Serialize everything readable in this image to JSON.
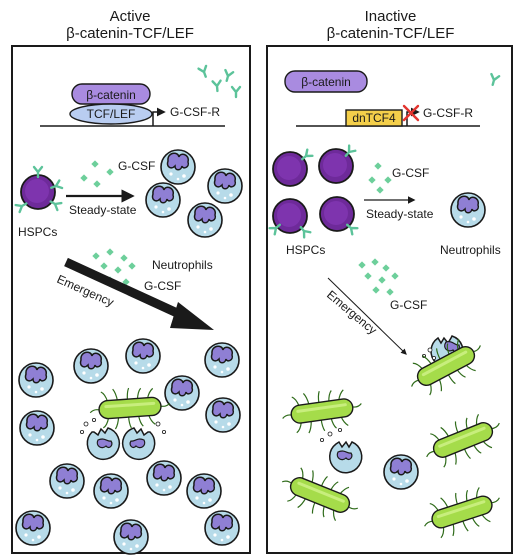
{
  "left_panel": {
    "title_line1": "Active",
    "title_line2": "β-catenin-TCF/LEF",
    "beta_catenin": "β-catenin",
    "tcf_lef": "TCF/LEF",
    "gene": "G-CSF-R",
    "gcsf_top": "G-CSF",
    "steady_state": "Steady-state",
    "hspcs": "HSPCs",
    "neutrophils": "Neutrophils",
    "gcsf_bottom": "G-CSF",
    "emergency": "Emergency"
  },
  "right_panel": {
    "title_line1": "Inactive",
    "title_line2": "β-catenin-TCF/LEF",
    "beta_catenin": "β-catenin",
    "dn_tcf4": "dnTCF4",
    "gene": "G-CSF-R",
    "gcsf_top": "G-CSF",
    "steady_state": "Steady-state",
    "hspcs": "HSPCs",
    "neutrophils": "Neutrophils",
    "gcsf_bottom": "G-CSF",
    "emergency": "Emergency"
  },
  "colors": {
    "beta_catenin_fill": "#a98be0",
    "tcf_lef_fill": "#b9cdf1",
    "dn_tcf4_fill": "#f4cf4a",
    "receptor": "#5cc39a",
    "gcsf_dot": "#6dcf9b",
    "neutrophil_fill": "#b7dbe9",
    "nucleus_fill": "#8f7fd4",
    "hspc_fill": "#6e2a9a",
    "bacteria_fill": "#a5dc4a",
    "block_x": "#e3342f"
  }
}
